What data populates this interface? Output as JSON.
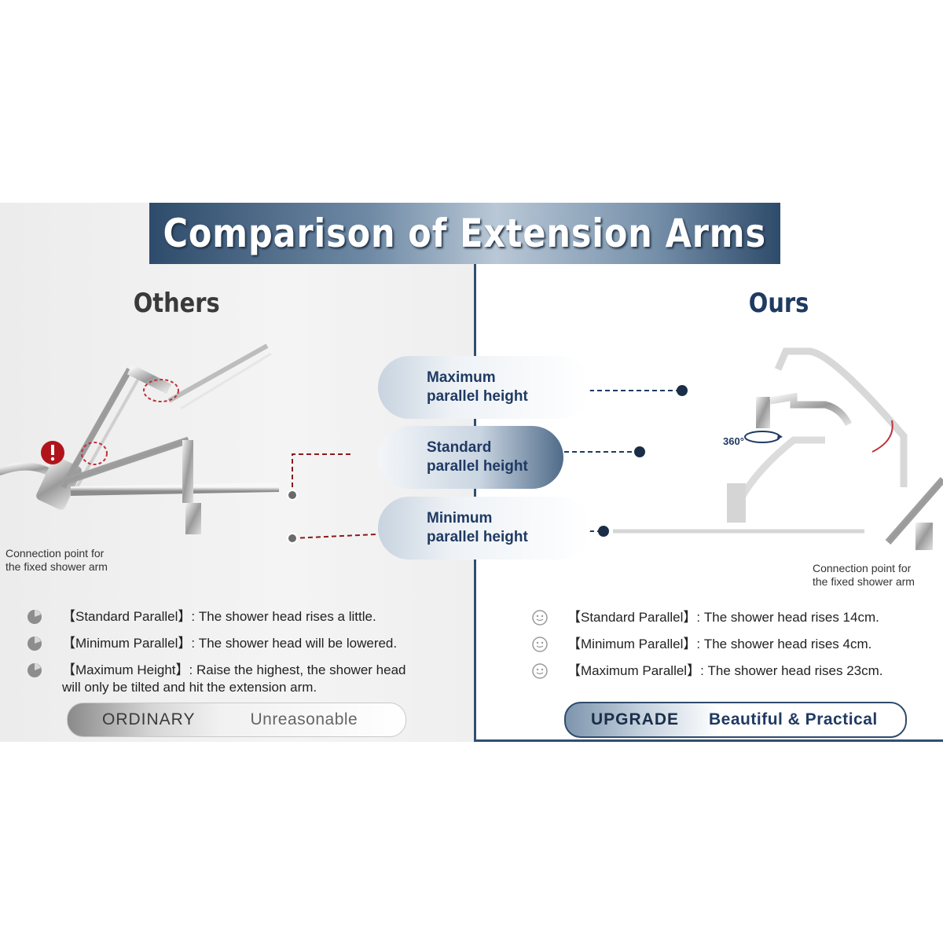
{
  "title": "Comparison of Extension Arms",
  "left": {
    "heading": "Others",
    "connection_caption": "Connection point for\nthe fixed shower arm",
    "bullets": [
      {
        "text": "【Standard Parallel】: The shower head rises a little."
      },
      {
        "text": "【Minimum Parallel】: The shower head will be lowered."
      },
      {
        "text": "【Maximum Height】: Raise the highest, the shower head\n          will only be tilted and hit the extension arm."
      }
    ],
    "badge": {
      "label": "ORDINARY",
      "value": "Unreasonable"
    }
  },
  "right": {
    "heading": "Ours",
    "rotation_label": "360°",
    "connection_caption": "Connection point for\nthe fixed shower arm",
    "bullets": [
      {
        "text": "【Standard Parallel】: The shower head rises 14cm."
      },
      {
        "text": "【Minimum Parallel】: The shower head rises 4cm."
      },
      {
        "text": "【Maximum Parallel】: The shower head rises 23cm."
      }
    ],
    "badge": {
      "label": "UPGRADE",
      "value": "Beautiful & Practical"
    }
  },
  "heights": {
    "max": "Maximum\nparallel height",
    "std": "Standard\nparallel height",
    "min": "Minimum\nparallel height"
  },
  "colors": {
    "navy": "#1f3a63",
    "warning": "#b0141a",
    "dashed_left": "#8b1a1a"
  },
  "icons": [
    "warning-icon",
    "pie-icon",
    "smiley-icon",
    "rotate-icon"
  ]
}
